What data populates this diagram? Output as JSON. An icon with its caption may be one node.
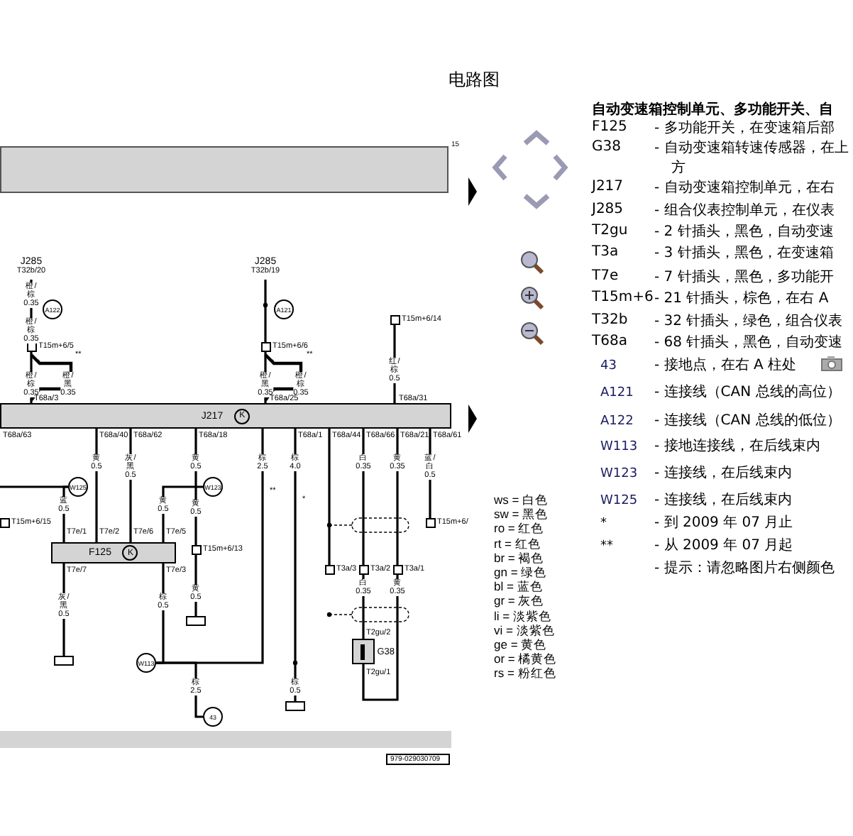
{
  "diagram": {
    "title": "电路图",
    "nodes": [
      {
        "text": [
          "J285",
          "T32b/20"
        ]
      },
      {
        "text": [
          "A122"
        ]
      },
      {
        "text": [
          "T15m+6/5"
        ]
      },
      {
        "text": [
          "J285",
          "T32b/19"
        ]
      },
      {
        "text": [
          "A121"
        ]
      },
      {
        "text": [
          "T15m+6/6"
        ]
      },
      {
        "text": [
          "T15m+6/14"
        ]
      },
      {
        "text": [
          "J217",
          "K"
        ]
      },
      {
        "text": [
          "F125",
          "K"
        ]
      },
      {
        "text": [
          "W125"
        ]
      },
      {
        "text": [
          "W123"
        ]
      },
      {
        "text": [
          "T15m+6/13"
        ]
      },
      {
        "text": [],
        "shape": "box"
      },
      {
        "text": [],
        "shape": "box"
      },
      {
        "text": [
          "W113"
        ]
      },
      {
        "text": [
          "43"
        ]
      },
      {
        "text": [],
        "shape": "box"
      },
      {
        "text": [
          "T3a/2"
        ]
      },
      {
        "text": [
          "T3a/1"
        ]
      },
      {
        "text": [
          "G38"
        ]
      },
      {
        "text": [
          "T15m+6/"
        ]
      },
      {
        "text": [
          "T15m+6/15"
        ]
      },
      {
        "text": [
          "T3a/3"
        ]
      },
      {
        "text": [],
        "shape": "bar",
        "beside": [
          "15"
        ]
      }
    ],
    "edges": [
      {
        "from": 0,
        "to": 2,
        "arrow": "none"
      },
      {
        "from": 2,
        "to": 7,
        "arrow": "none"
      },
      {
        "from": 3,
        "to": 5,
        "arrow": "none"
      },
      {
        "from": 5,
        "to": 7,
        "arrow": "none"
      },
      {
        "from": 6,
        "to": 7,
        "arrow": "none"
      },
      {
        "from": 7,
        "to": 8,
        "arrow": "none"
      },
      {
        "from": 7,
        "to": 8,
        "arrow": "none"
      },
      {
        "from": 9,
        "to": 8,
        "arrow": "none"
      },
      {
        "from": 7,
        "to": 11,
        "arrow": "none"
      },
      {
        "from": 10,
        "to": 8,
        "arrow": "none"
      },
      {
        "from": 11,
        "to": 12,
        "arrow": "none"
      },
      {
        "from": 8,
        "to": 13,
        "arrow": "none"
      },
      {
        "from": 8,
        "to": 14,
        "arrow": "none"
      },
      {
        "from": 7,
        "to": 14,
        "arrow": "none"
      },
      {
        "from": 7,
        "to": 16,
        "arrow": "none"
      },
      {
        "from": 14,
        "to": 15,
        "arrow": "none"
      },
      {
        "from": 7,
        "to": 17,
        "arrow": "none"
      },
      {
        "from": 17,
        "to": 19,
        "arrow": "none"
      },
      {
        "from": 7,
        "to": 18,
        "arrow": "none"
      },
      {
        "from": 18,
        "to": 19,
        "arrow": "none"
      },
      {
        "from": 7,
        "to": 20,
        "arrow": "none"
      },
      {
        "from": 7,
        "to": 22,
        "arrow": "none"
      },
      {
        "from": null,
        "to": 9,
        "arrow": "none"
      }
    ],
    "labels": [
      "橙/棕 0.35",
      "橙/棕 0.35",
      "*",
      "**",
      "橙/棕 0.35",
      "橙/黑 0.35",
      "T68a/3",
      "*",
      "**",
      "橙/黑 0.35",
      "橙/棕 0.35",
      "T68a/25",
      "红/棕 0.5",
      "T68a/31",
      "T68a/63",
      "T68a/40",
      "T68a/62",
      "T68a/18",
      "T68a/1",
      "T68a/44",
      "T68a/66",
      "T68a/21",
      "T68a/61",
      "黄 0.5",
      "灰/黑 0.5",
      "黄 0.5",
      "棕 2.5",
      "棕 4.0",
      "白 0.35",
      "黄 0.35",
      "蓝/白 0.5",
      "蓝 0.5",
      "黄 0.5",
      "黄 0.5",
      "**",
      "*",
      "T7e/1",
      "T7e/2",
      "T7e/6",
      "T7e/5",
      "T7e/7",
      "T7e/3",
      "灰/黑 0.5",
      "棕 0.5",
      "黄 0.5",
      "白 0.35",
      "黄 0.35",
      "T2gu/2",
      "T2gu/1",
      "棕 2.5",
      "棕 0.5",
      "979-029030709",
      "ws = 白色",
      "sw = 黑色",
      "ro = 红色",
      "rt = 红色",
      "br = 褐色",
      "gn = 绿色",
      "bl = 蓝色",
      "gr = 灰色",
      "li = 淡紫色",
      "vi = 淡紫色",
      "ge = 黄色",
      "or = 橘黄色",
      "rs = 粉红色",
      "自动变速箱控制单元、多功能开关、自",
      "F125",
      "- 多功能开关，在变速箱后部",
      "G38",
      "- 自动变速箱转速传感器，在上方",
      "J217",
      "- 自动变速箱控制单元，在右",
      "J285",
      "- 组合仪表控制单元，在仪表",
      "T2gu",
      "- 2 针插头，黑色，自动变速",
      "T3a",
      "- 3 针插头，黑色，在变速箱",
      "T7e",
      "- 7 针插头，黑色，多功能开",
      "T15m+6",
      "- 21 针插头，棕色，在右 A",
      "T32b",
      "- 32 针插头，绿色，组合仪表",
      "T68a",
      "- 68 针插头，黑色，自动变速",
      "43",
      "- 接地点，在右 A 柱处",
      "A121",
      "- 连接线（CAN 总线的高位）",
      "A122",
      "- 连接线（CAN 总线的低位）",
      "W113",
      "- 接地连接线，在后线束内",
      "W123",
      "- 连接线，在后线束内",
      "W125",
      "- 连接线，在后线束内",
      "*",
      "- 到 2009 年 07 月止",
      "**",
      "- 从 2009 年 07 月起",
      "- 提示：请忽略图片右侧颜色"
    ]
  }
}
